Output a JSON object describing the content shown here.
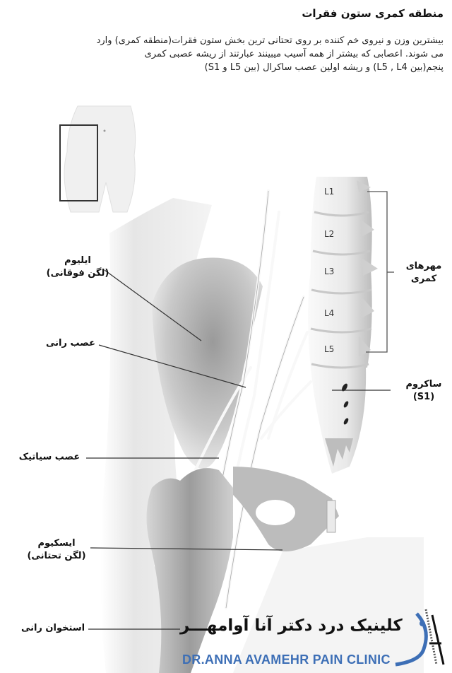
{
  "header": {
    "title": "منطقه کمری ستون فقرات",
    "paragraph_lines": [
      "بیشترین وزن و نیروی خم کننده بر روی تحتانی ترین بخش ستون فقرات(منطقه کمری) وارد",
      "می شوند. اعصابی که بیشتر از همه آسیب میبینند عبارتند از ریشه عصبی کمری",
      "پنجم(بین L5 , L4) و ریشه اولین عصب ساکرال (بین L5 و S1)"
    ]
  },
  "diagram": {
    "inset": "body-locator-figure",
    "labels_left": [
      {
        "id": "ilium",
        "line1": "ایلیوم",
        "line2": "(لگن فوقانی)"
      },
      {
        "id": "femoral-nerve",
        "line1": "عصب رانی",
        "line2": ""
      },
      {
        "id": "sciatic-nerve",
        "line1": "عصب سیاتیک",
        "line2": ""
      },
      {
        "id": "ischium",
        "line1": "ایسکیوم",
        "line2": "(لگن تحتانی)"
      },
      {
        "id": "femur",
        "line1": "استخوان رانی",
        "line2": ""
      }
    ],
    "labels_right": [
      {
        "id": "lumbar-vertebrae",
        "line1": "مهرهای",
        "line2": "کمری"
      },
      {
        "id": "sacrum",
        "line1": "ساکروم",
        "line2": "(S1)"
      }
    ],
    "vertebrae": [
      "L1",
      "L2",
      "L3",
      "L4",
      "L5"
    ]
  },
  "brand": {
    "name_fa": "کلینیک درد دکتر آنا آوامهـــر",
    "name_en": "DR.ANNA AVAMEHR PAIN CLINIC",
    "color_blue": "#3d6fb6"
  }
}
